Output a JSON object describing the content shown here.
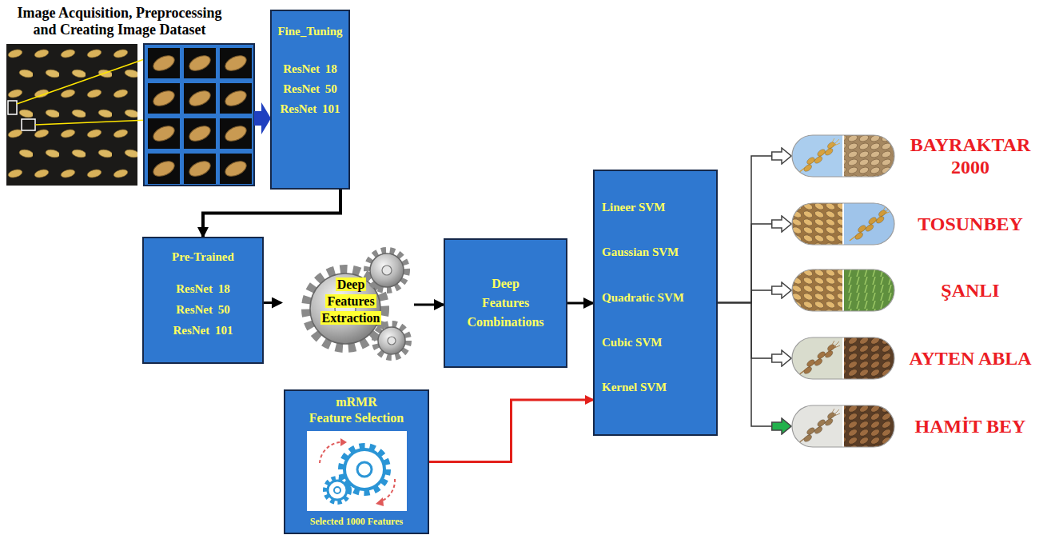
{
  "diagram": {
    "nodes": [
      {
        "text": [
          "Fine_Tuning",
          "ResNet 18 ResNet 50 ResNet 101"
        ]
      },
      {
        "text": [
          "Pre-Trained",
          "ResNet 18 ResNet 50 ResNet 101"
        ]
      },
      {
        "text": [
          "Deep Features Extraction"
        ]
      },
      {
        "text": [
          "Deep Features Combinations"
        ]
      },
      {
        "text": [
          "Lineer SVM",
          "Gaussian SVM",
          "Quadratic SVM",
          "Cubic SVM",
          "Kernel SVM"
        ]
      },
      {
        "text": [
          "mRMR",
          "Feature Selection",
          "Selected 1000 Features"
        ]
      },
      {
        "text": [
          "BAYRAKTAR 2000"
        ]
      },
      {
        "text": [
          "TOSUNBEY"
        ]
      },
      {
        "text": [
          "ŞANLI"
        ]
      },
      {
        "text": [
          "AYTEN ABLA"
        ]
      },
      {
        "text": [
          "HAMİT BEY"
        ]
      }
    ],
    "edges": [
      {
        "from": 0,
        "to": 1,
        "arrow": "to"
      },
      {
        "from": 1,
        "to": 2,
        "arrow": "to"
      },
      {
        "from": 2,
        "to": 3,
        "arrow": "to"
      },
      {
        "from": 3,
        "to": 4,
        "arrow": "to"
      },
      {
        "from": 5,
        "to": 4,
        "arrow": "to"
      },
      {
        "from": 4,
        "to": 6,
        "arrow": "to"
      },
      {
        "from": 4,
        "to": 7,
        "arrow": "to"
      },
      {
        "from": 4,
        "to": 8,
        "arrow": "to"
      },
      {
        "from": 4,
        "to": 9,
        "arrow": "to"
      },
      {
        "from": 4,
        "to": 10,
        "arrow": "to"
      }
    ],
    "labels": [
      "Image Acquisition, Preprocessing and Creating Image Dataset"
    ]
  }
}
